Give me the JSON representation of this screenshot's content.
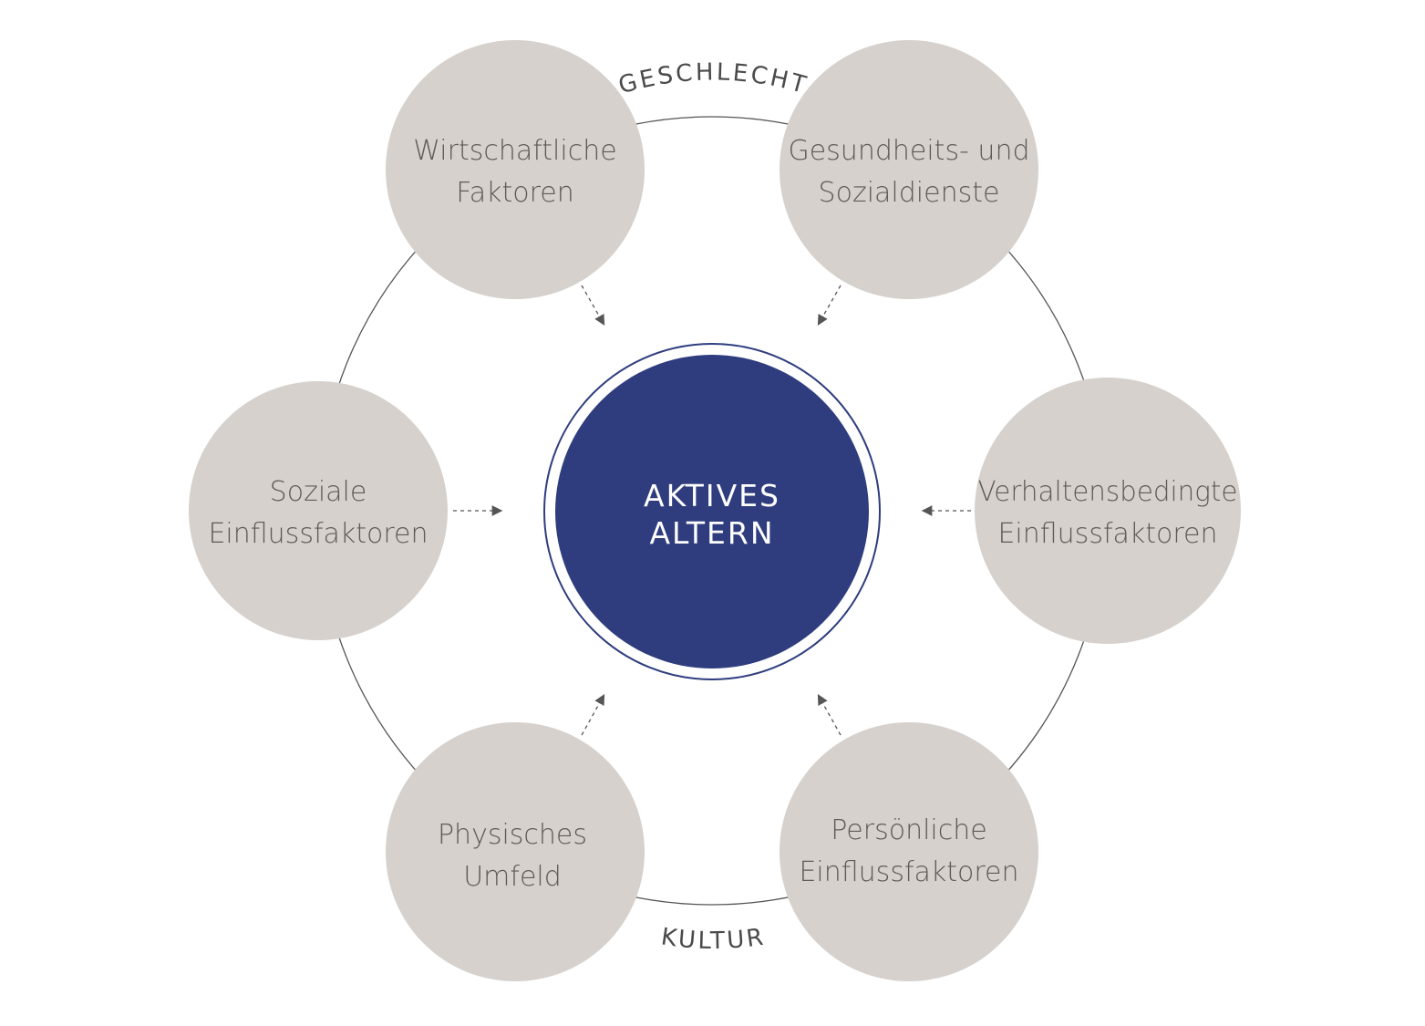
{
  "colors": {
    "node_fill": "#d6d1cc",
    "node_text": "#5f5a56",
    "center_fill": "#2f3d7e",
    "center_text": "#ffffff",
    "ring_stroke": "#555555",
    "arrow": "#555555"
  },
  "center": {
    "line1": "AKTIVES",
    "line2": "ALTERN"
  },
  "ring_labels": {
    "top": "GESCHLECHT",
    "bottom": "KULTUR"
  },
  "nodes": [
    {
      "id": "wirtschaftliche",
      "line1": "Wirtschaftliche",
      "line2": "Faktoren"
    },
    {
      "id": "gesundheits",
      "line1": "Gesundheits- und",
      "line2": "Sozialdienste"
    },
    {
      "id": "verhaltensbedingte",
      "line1": "Verhaltensbedingte",
      "line2": "Einflussfaktoren"
    },
    {
      "id": "persoenliche",
      "line1": "Persönliche",
      "line2": "Einflussfaktoren"
    },
    {
      "id": "physisches",
      "line1": "Physisches",
      "line2": "Umfeld"
    },
    {
      "id": "soziale",
      "line1": "Soziale",
      "line2": "Einflussfaktoren"
    }
  ]
}
